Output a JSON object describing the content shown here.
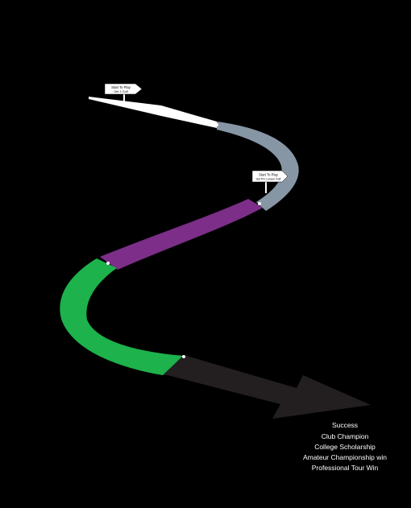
{
  "colors": {
    "background": "#000000",
    "stage_1": "#ffffff",
    "stage_2": "#8796a4",
    "stage_3": "#7c2e88",
    "stage_4": "#1db24b",
    "stage_5": "#231f20",
    "sign": "#ffffff",
    "outcome_text": "#ffffff"
  },
  "signs": [
    {
      "line1": "Start To Play",
      "line2": "Get 1 Golf"
    },
    {
      "line1": "Start To Play",
      "line2": "Get Pro Lesson Golf"
    }
  ],
  "outcomes": {
    "items": [
      "Success",
      "Club Champion",
      "College Scholarship",
      "Amateur Championship win",
      "Professional Tour Win"
    ]
  }
}
